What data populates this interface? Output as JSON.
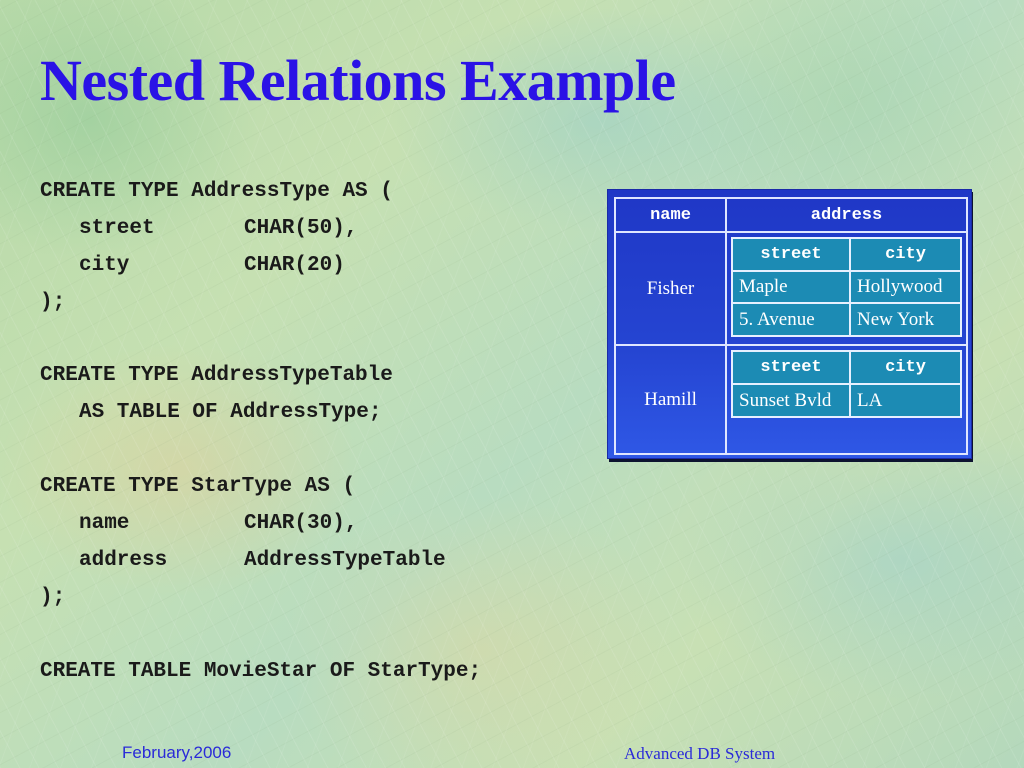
{
  "slide": {
    "title": "Nested Relations Example",
    "colors": {
      "title": "#2a12e6",
      "code_text": "#1a1a1a",
      "table_outer_bg": "#2545d2",
      "table_inner_bg": "#1c8bb4",
      "table_border": "#dfe6ff",
      "footer_text": "#2a2ad8"
    }
  },
  "code": {
    "lines": [
      {
        "indent": false,
        "col1": "CREATE TYPE AddressType AS (",
        "col2": ""
      },
      {
        "indent": true,
        "col1": "street",
        "col2": "CHAR(50),"
      },
      {
        "indent": true,
        "col1": "city",
        "col2": "CHAR(20)"
      },
      {
        "indent": false,
        "col1": ");",
        "col2": ""
      },
      {
        "indent": false,
        "col1": "",
        "col2": ""
      },
      {
        "indent": false,
        "col1": "CREATE TYPE AddressTypeTable",
        "col2": ""
      },
      {
        "indent": true,
        "col1": "AS TABLE OF AddressType;",
        "col2": ""
      },
      {
        "indent": false,
        "col1": "",
        "col2": ""
      },
      {
        "indent": false,
        "col1": "CREATE TYPE StarType AS (",
        "col2": ""
      },
      {
        "indent": true,
        "col1": "name",
        "col2": "CHAR(30),"
      },
      {
        "indent": true,
        "col1": "address",
        "col2": "AddressTypeTable"
      },
      {
        "indent": false,
        "col1": ");",
        "col2": ""
      },
      {
        "indent": false,
        "col1": "",
        "col2": ""
      },
      {
        "indent": false,
        "col1": "CREATE TABLE MovieStar OF StarType;",
        "col2": ""
      }
    ]
  },
  "nested_table": {
    "headers": {
      "name": "name",
      "address": "address"
    },
    "rows": [
      {
        "name": "Fisher",
        "address": {
          "headers": {
            "street": "street",
            "city": "city"
          },
          "rows": [
            {
              "street": "Maple",
              "city": "Hollywood"
            },
            {
              "street": "5. Avenue",
              "city": "New York"
            }
          ]
        }
      },
      {
        "name": "Hamill",
        "address": {
          "headers": {
            "street": "street",
            "city": "city"
          },
          "rows": [
            {
              "street": "Sunset Bvld",
              "city": "LA"
            }
          ]
        }
      }
    ]
  },
  "footer": {
    "date": "February,2006",
    "course": "Advanced DB System"
  }
}
